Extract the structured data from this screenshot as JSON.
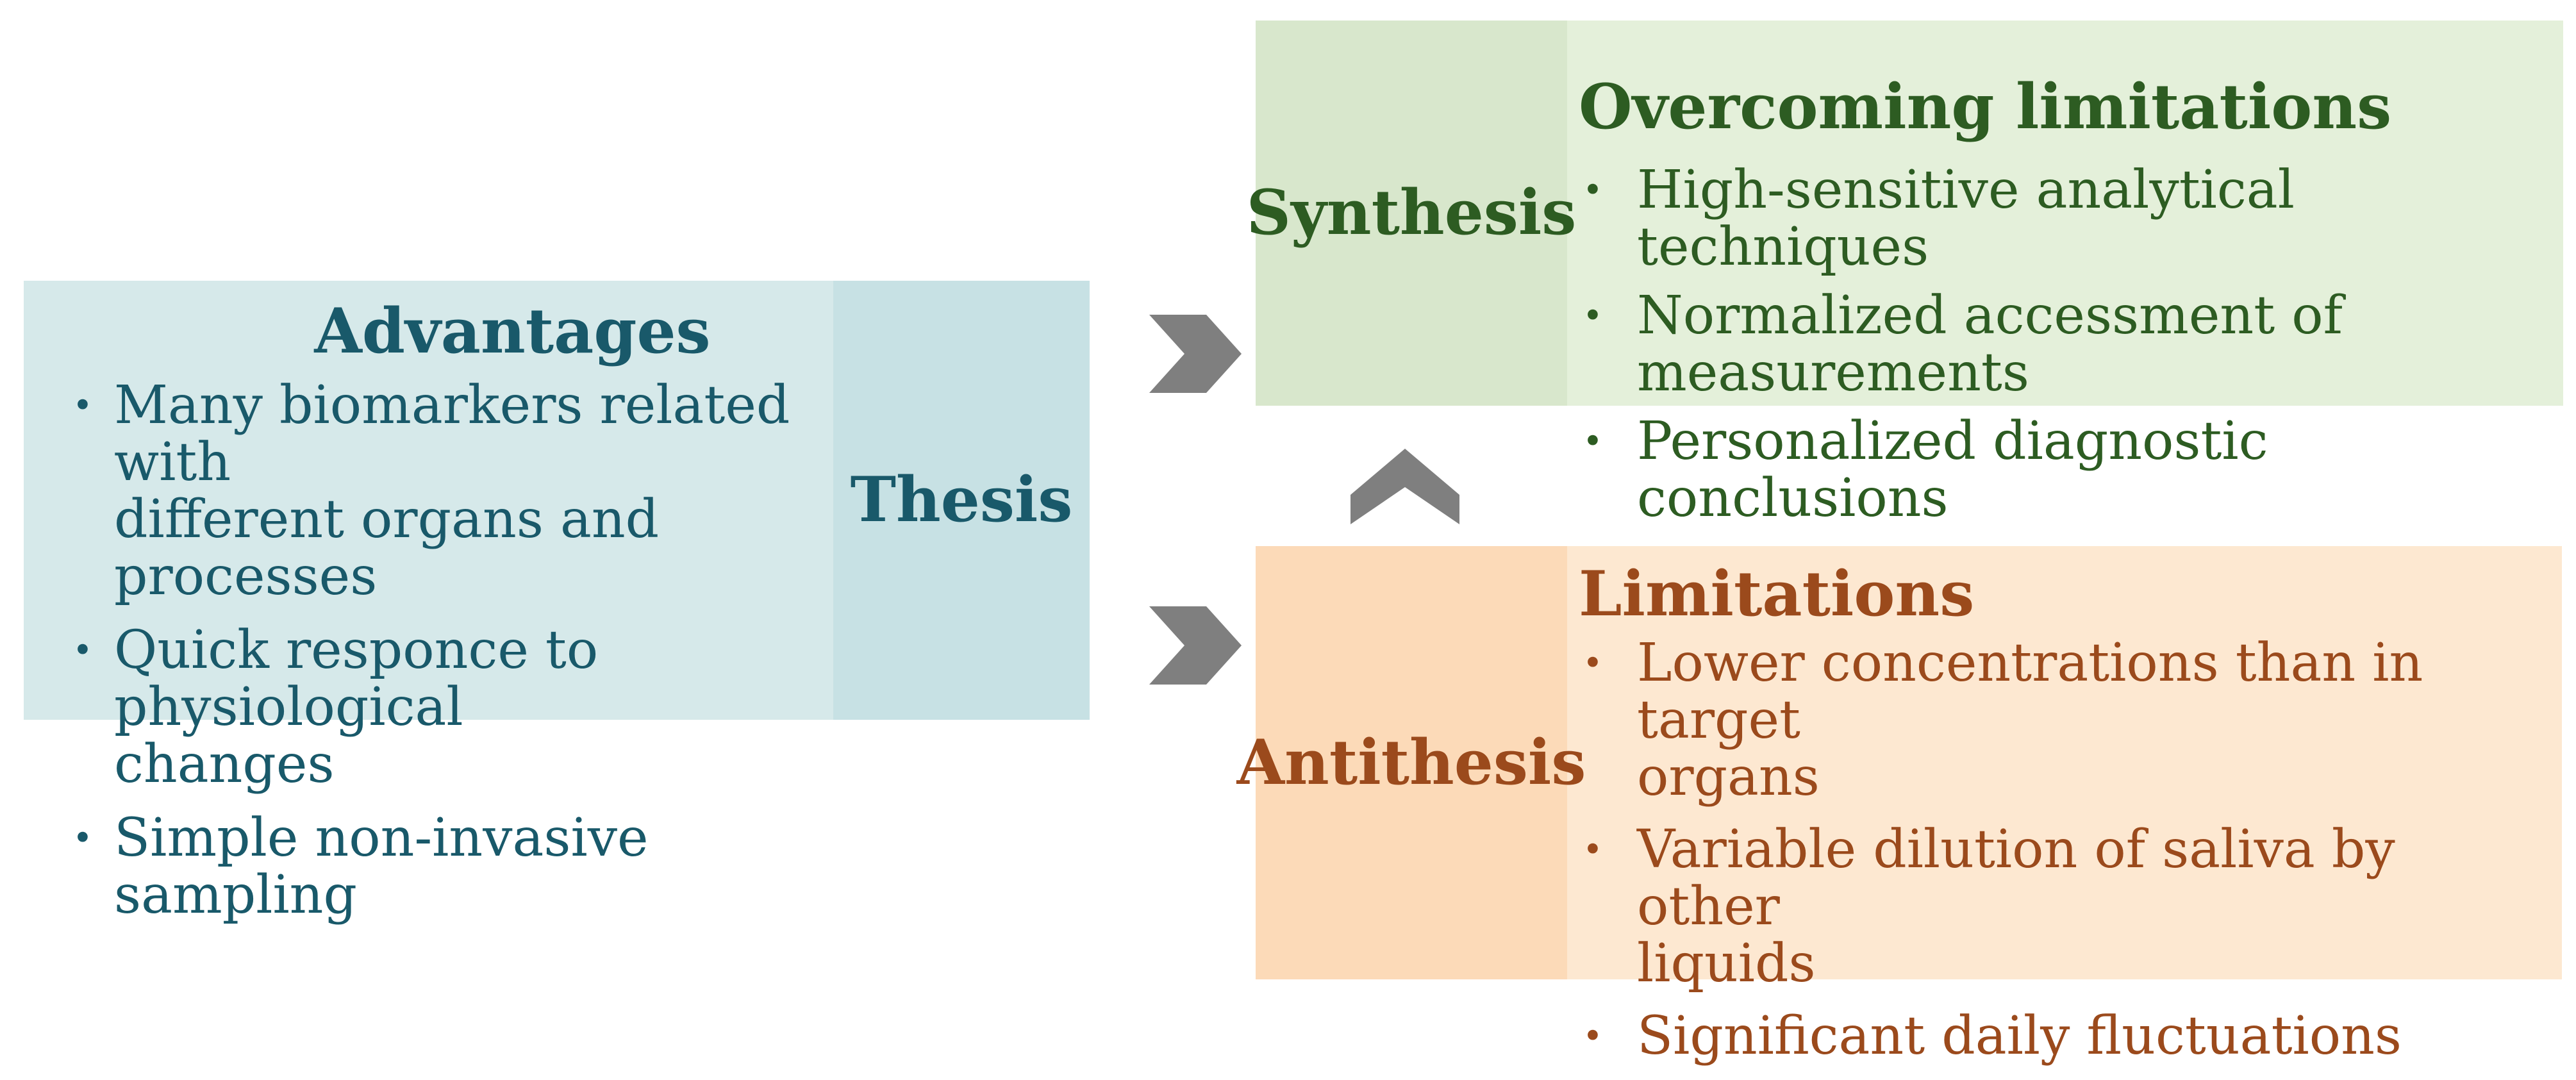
{
  "diagram": {
    "thesis": {
      "label": "Thesis",
      "title": "Advantages",
      "bullets": [
        "Many biomarkers related with\ndifferent organs and processes",
        "Quick responce to physiological\nchanges",
        "Simple non-invasive sampling"
      ]
    },
    "synthesis": {
      "label": "Synthesis",
      "title": "Overcoming limitations",
      "bullets": [
        "High-sensitive analytical techniques",
        "Normalized accessment of measurements",
        "Personalized diagnostic conclusions"
      ]
    },
    "antithesis": {
      "label": "Antithesis",
      "title": "Limitations",
      "bullets": [
        "Lower concentrations than in target\norgans",
        "Variable dilution of saliva by other\nliquids",
        "Significant daily fluctuations"
      ]
    },
    "bullet_glyph": "•",
    "colors": {
      "advantages-bg": "#d6e9ea",
      "thesis-strip-bg": "#c7e1e4",
      "teal-text": "#19596a",
      "green-content-bg": "#e4f0da",
      "synthesis-strip-bg": "#d8e7cc",
      "green-text": "#2d5c22",
      "orange-content-bg": "#fde8d1",
      "antithesis-strip-bg": "#fcdab8",
      "orange-text": "#9b4a1c",
      "arrow-color": "#7f7f7f"
    }
  }
}
